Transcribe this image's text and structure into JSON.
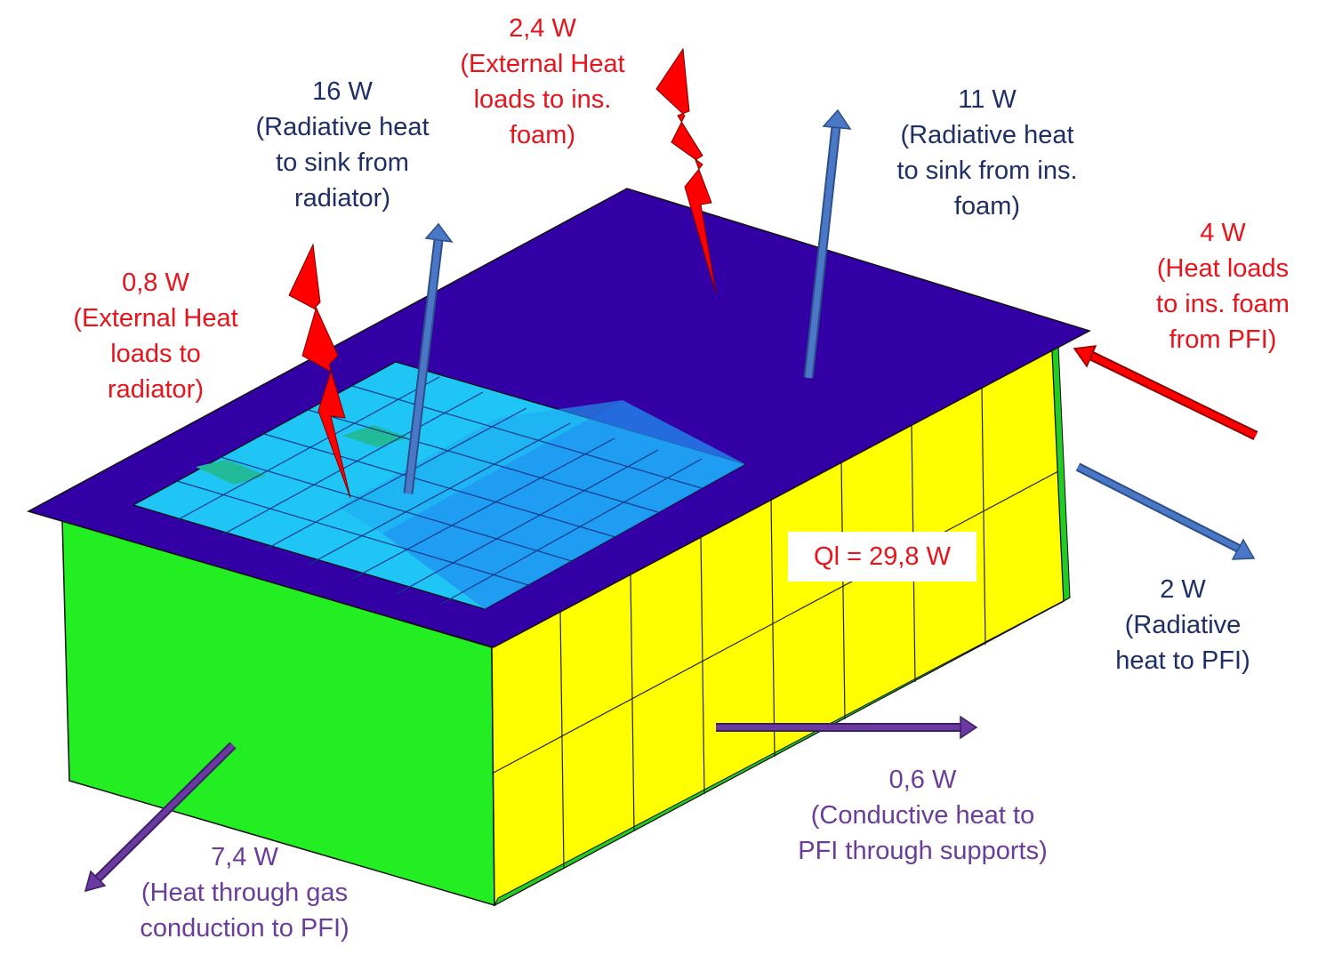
{
  "colors": {
    "foam_top": "#3300a6",
    "radiator_light": "#1fc5f5",
    "radiator_dark": "#1f8ff0",
    "side_green": "#22ee22",
    "side_yellow": "#ffff00",
    "heat_in": "#ff0000",
    "radiative_out": "#4a78c6",
    "conduction_out": "#6a3aa0",
    "label_red": "#e8141c",
    "label_navy": "#1f2f66",
    "label_purple": "#6b3d9a"
  },
  "labels": {
    "ext_radiator": [
      "0,8 W",
      "(External Heat",
      "loads to",
      "radiator)"
    ],
    "rad_radiator": [
      "16 W",
      "(Radiative heat",
      "to sink from",
      "radiator)"
    ],
    "ext_foam": [
      "2,4 W",
      "(External Heat",
      "loads to ins.",
      "foam)"
    ],
    "rad_foam": [
      "11 W",
      "(Radiative heat",
      "to sink from ins.",
      "foam)"
    ],
    "pfi_foam": [
      "4 W",
      "(Heat loads",
      "to ins. foam",
      "from PFI)"
    ],
    "rad_pfi": [
      "2 W",
      "(Radiative",
      "heat to PFI)"
    ],
    "cond_supports": [
      "0,6 W",
      "(Conductive heat to",
      "PFI through supports)"
    ],
    "gas_conduction": [
      "7,4 W",
      "(Heat through gas",
      "conduction to PFI)"
    ]
  },
  "total": "Ql = 29,8 W"
}
